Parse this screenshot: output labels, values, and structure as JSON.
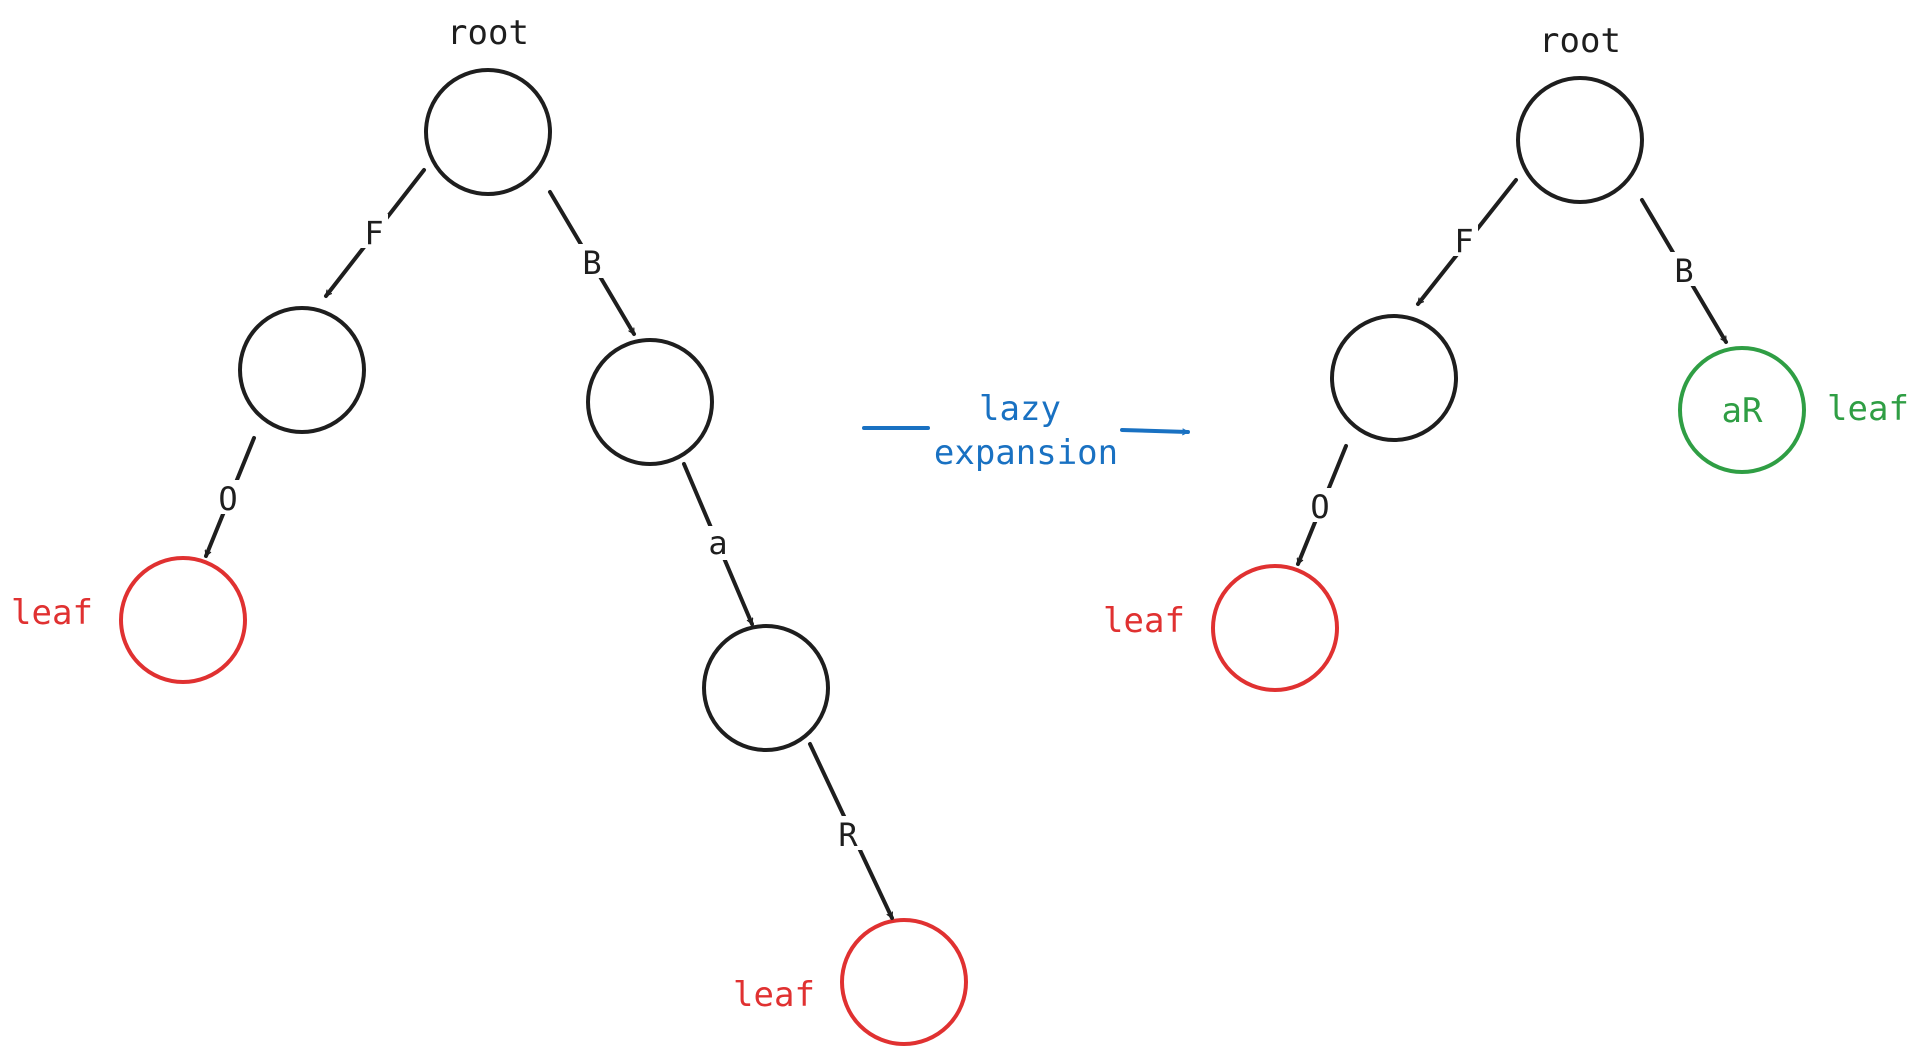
{
  "colors": {
    "ink": "#1e1e1e",
    "leaf_red": "#e03131",
    "leaf_green": "#2f9e44",
    "arrow_blue": "#1971c2"
  },
  "left_tree": {
    "root_label": "root",
    "edge_F": "F",
    "edge_B": "B",
    "edge_O": "O",
    "edge_a": "a",
    "edge_R": "R",
    "leaf_O_label": "leaf",
    "leaf_R_label": "leaf"
  },
  "transition": {
    "line1": "lazy",
    "line2": "expansion"
  },
  "right_tree": {
    "root_label": "root",
    "edge_F": "F",
    "edge_B": "B",
    "edge_O": "O",
    "leaf_O_label": "leaf",
    "compressed_node_text": "aR",
    "compressed_leaf_label": "leaf"
  }
}
